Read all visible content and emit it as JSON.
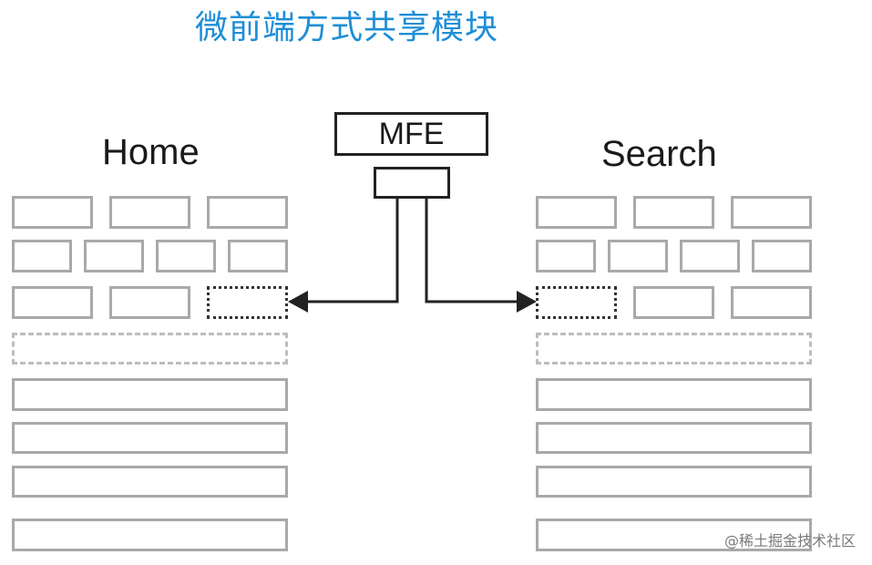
{
  "title": "微前端方式共享模块",
  "mfe": {
    "label": "MFE"
  },
  "apps": [
    {
      "name": "Home"
    },
    {
      "name": "Search"
    }
  ],
  "watermark": "@稀土掘金技术社区",
  "colors": {
    "title": "#1e8ed6",
    "block_border": "#a9a9a9",
    "line": "#222222"
  }
}
